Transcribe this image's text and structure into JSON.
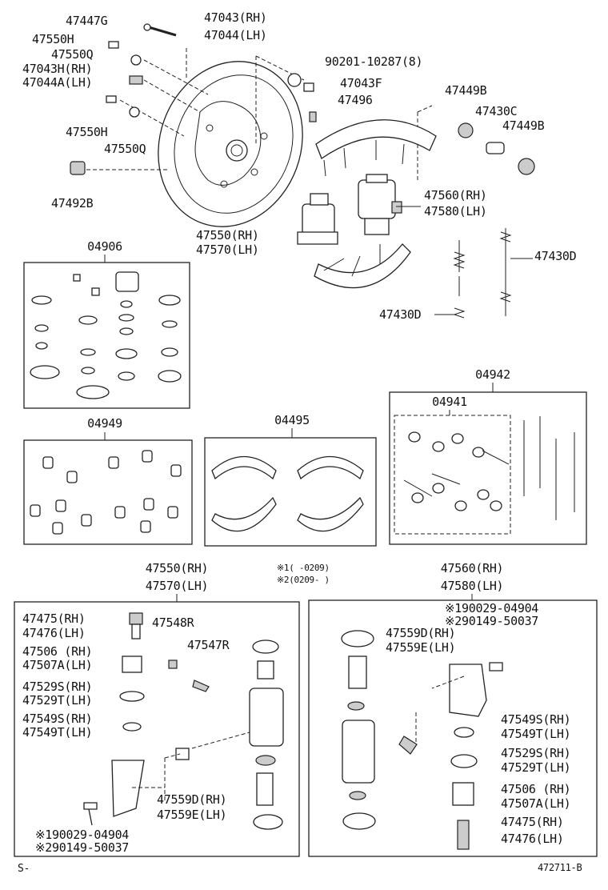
{
  "diagram_id": "472711-B",
  "footer_left": "S-",
  "notes": {
    "n1": "※1(      -0209)",
    "n2": "※2(0209-      )"
  },
  "labels": {
    "l47447G": "47447G",
    "l47043": "47043(RH)",
    "l47044": "47044(LH)",
    "l47550H_a": "47550H",
    "l47550Q_a": "47550Q",
    "l47043H": "47043H(RH)",
    "l47044A": "47044A(LH)",
    "l47550H_b": "47550H",
    "l47550Q_b": "47550Q",
    "l47492B": "47492B",
    "l90201": "90201-10287(8)",
    "l47043F": "47043F",
    "l47496": "47496",
    "l47449B_a": "47449B",
    "l47430C": "47430C",
    "l47449B_b": "47449B",
    "l47560_top": "47560(RH)",
    "l47580_top": "47580(LH)",
    "l47550_top": "47550(RH)",
    "l47570_top": "47570(LH)",
    "l47430D_a": "47430D",
    "l47430D_b": "47430D",
    "k04906": "04906",
    "k04949": "04949",
    "k04495": "04495",
    "k04942": "04942",
    "k04941": "04941",
    "b47550": "47550(RH)",
    "b47570": "47570(LH)",
    "b47560": "47560(RH)",
    "b47580": "47580(LH)",
    "L47475": "47475(RH)",
    "L47476": "47476(LH)",
    "L47548R": "47548R",
    "L47547R": "47547R",
    "L47506": "47506  (RH)",
    "L47507A": "47507A(LH)",
    "L47529S": "47529S(RH)",
    "L47529T": "47529T(LH)",
    "L47549S": "47549S(RH)",
    "L47549T": "47549T(LH)",
    "L47559D": "47559D(RH)",
    "L47559E": "47559E(LH)",
    "L_n1": "※190029-04904",
    "L_n2": "※290149-50037",
    "R_n1": "※190029-04904",
    "R_n2": "※290149-50037",
    "R47559D": "47559D(RH)",
    "R47559E": "47559E(LH)",
    "R47549S": "47549S(RH)",
    "R47549T": "47549T(LH)",
    "R47529S": "47529S(RH)",
    "R47529T": "47529T(LH)",
    "R47506": "47506  (RH)",
    "R47507A": "47507A(LH)",
    "R47475": "47475(RH)",
    "R47476": "47476(LH)"
  }
}
